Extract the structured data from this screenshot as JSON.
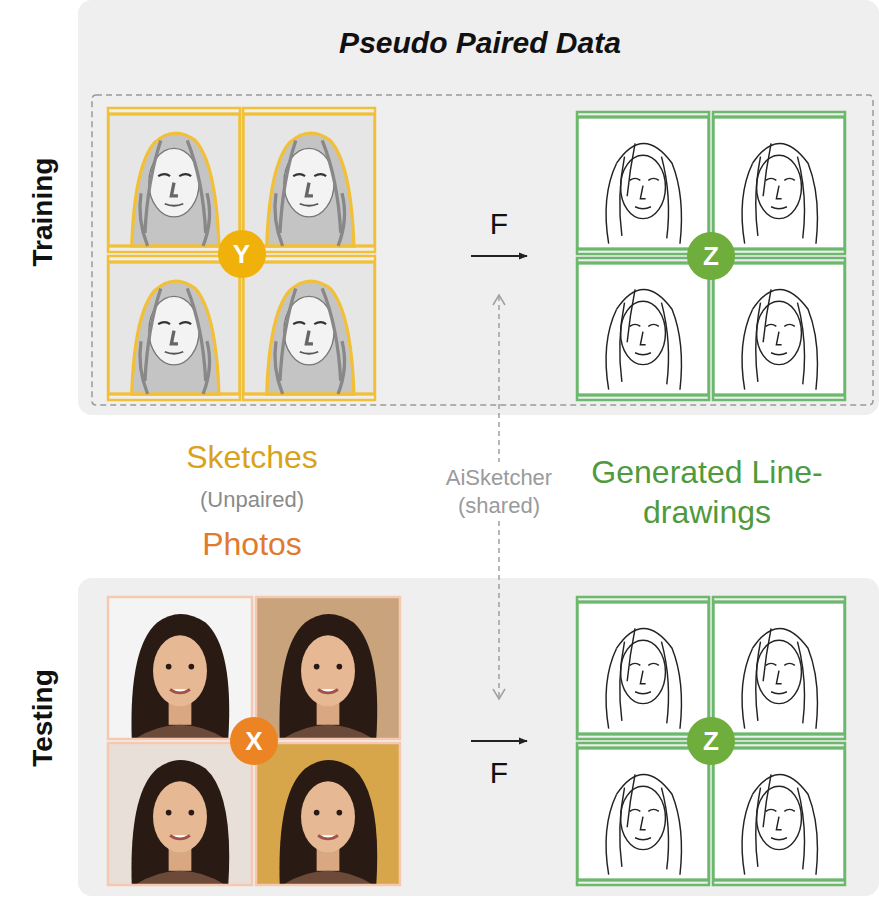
{
  "diagram": {
    "title": "Pseudo Paired Data",
    "nodes": [
      {
        "text": [
          "Training"
        ]
      },
      {
        "text": [
          "Y"
        ],
        "in": 0
      },
      {
        "text": [
          "Z"
        ],
        "in": 0
      },
      {
        "text": [
          "Testing"
        ]
      },
      {
        "text": [
          "X"
        ],
        "in": 3
      },
      {
        "text": [
          "Z"
        ],
        "in": 3
      }
    ],
    "edges": [
      {
        "from": 1,
        "to": 2,
        "arrow": "to",
        "label": "F"
      },
      {
        "from": 4,
        "to": 5,
        "arrow": "to",
        "label": "F"
      }
    ],
    "labels": [
      "Sketches",
      "(Unpaired)",
      "Photos",
      "AiSketcher (shared)",
      "Generated Line-drawings"
    ]
  }
}
